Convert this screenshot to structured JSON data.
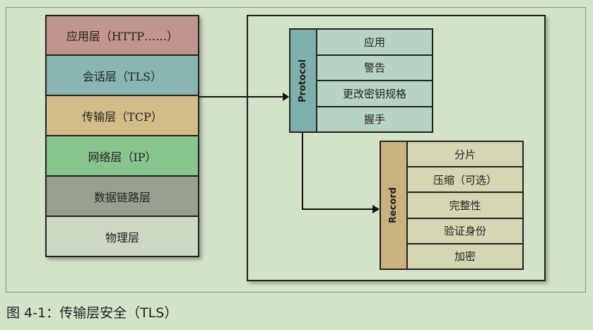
{
  "osi_layers": [
    {
      "label": "应用层（HTTP……）",
      "color": "#c0958c"
    },
    {
      "label": "会话层（TLS）",
      "color": "#88b6b1"
    },
    {
      "label": "传输层（TCP）",
      "color": "#d2bd88"
    },
    {
      "label": "网络层（IP）",
      "color": "#88c48e"
    },
    {
      "label": "数据链路层",
      "color": "#97a08f"
    },
    {
      "label": "物理层",
      "color": "#cbd8c3"
    }
  ],
  "protocol": {
    "title": "Protocol",
    "color": "#7fb0ab",
    "item_color": "#b6d3c3",
    "items": [
      "应用",
      "警告",
      "更改密钥规格",
      "握手"
    ]
  },
  "record": {
    "title": "Record",
    "color": "#c9b27d",
    "item_color": "#d5d6b3",
    "items": [
      "分片",
      "压缩（可选）",
      "完整性",
      "验证身份",
      "加密"
    ]
  },
  "caption": "图 4-1：传输层安全（TLS）"
}
